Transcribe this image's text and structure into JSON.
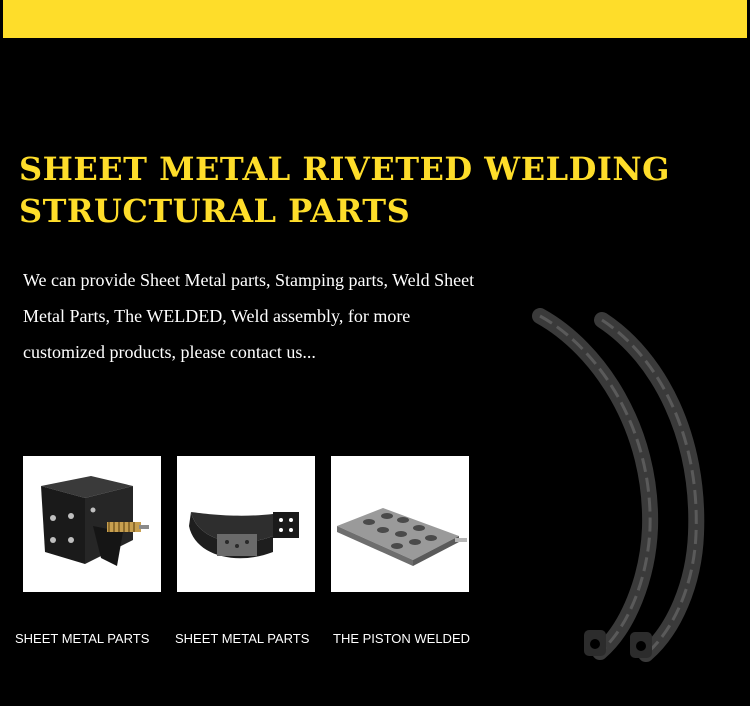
{
  "headline": {
    "line1": "SHEET METAL RIVETED WELDING",
    "line2": "STRUCTURAL PARTS"
  },
  "intro": {
    "line1": "We can provide Sheet Metal parts, Stamping parts, Weld Sheet",
    "line2": "Metal Parts, The WELDED, Weld assembly, for more",
    "line3": "customized products, please contact us..."
  },
  "products": [
    {
      "caption": "SHEET METAL PARTS",
      "image": "riveted-bracket-assembly"
    },
    {
      "caption": "SHEET METAL PARTS",
      "image": "curved-metal-strap"
    },
    {
      "caption": "THE PISTON WELDED",
      "image": "welded-piston-plate"
    }
  ],
  "showcase_image": "leaf-spring-pair",
  "colors": {
    "accent": "#fedd2a",
    "background": "#000000",
    "text": "#ffffff"
  }
}
